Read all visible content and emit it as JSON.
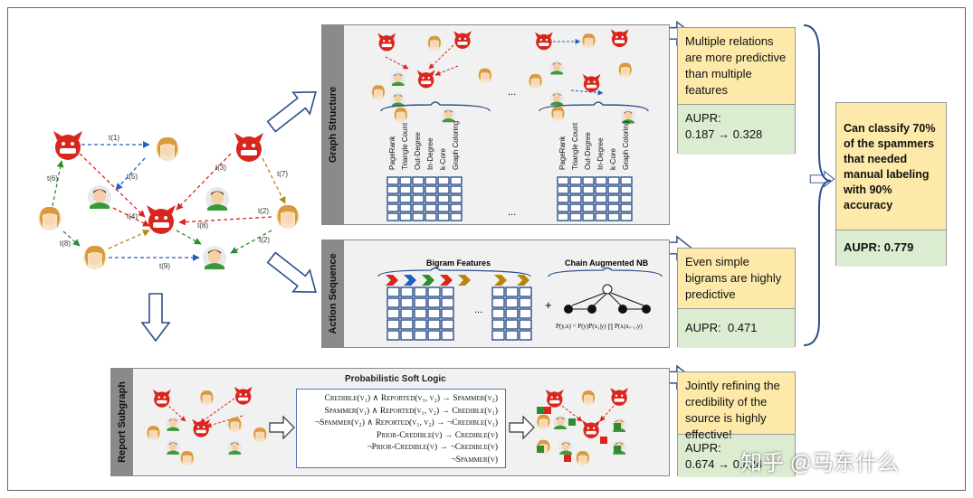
{
  "panels": {
    "graph_structure": {
      "title": "Graph Structure",
      "features": [
        "PageRank",
        "Triangle Count",
        "Out-Degree",
        "In-Degree",
        "k-Core",
        "Graph Coloring"
      ],
      "ellipsis": "..."
    },
    "action_sequence": {
      "title": "Action Sequence",
      "bigram_label": "Bigram Features",
      "chain_label": "Chain Augmented NB",
      "plus": "+",
      "ellipsis": "...",
      "formula": "P(y,x) = P(y)P(x₁|y) ∏ P(xᵢ|xᵢ₋₁,y)"
    },
    "report_subgraph": {
      "title": "Report Subgraph",
      "psl_title": "Probabilistic Soft Logic",
      "rules": [
        "Credible(v₁) ∧ Reported(v₁, v₂) → Spammer(v₂)",
        "Spammer(v₁) ∧ Reported(v₁, v₂) → Credible(v₁)",
        "¬Spammer(v₂) ∧ Reported(v₁, v₂) → ¬Credible(v₁)",
        "Prior-Credible(v) → Credible(v)",
        "¬Prior-Credible(v) → ¬Credible(v)",
        "¬Spammer(v)"
      ]
    }
  },
  "results": {
    "graph": {
      "text": "Multiple relations are more predictive than multiple features",
      "metric": "AUPR:",
      "value": "0.187 → 0.328"
    },
    "action": {
      "text": "Even simple bigrams are highly predictive",
      "metric": "AUPR:",
      "value": "0.471"
    },
    "report": {
      "text": "Jointly refining the credibility of the source is highly effective!",
      "metric": "AUPR:",
      "value": "0.674 → 0.824"
    },
    "final": {
      "text": "Can classify 70% of the spammers that needed manual labeling with 90% accuracy",
      "metric": "AUPR: 0.779"
    }
  },
  "edge_labels": [
    "t(1)",
    "t(5)",
    "t(6)",
    "t(3)",
    "t(7)",
    "t(4)",
    "t(8)",
    "t(2)",
    "t(9)",
    "t(2)"
  ],
  "watermark": "知乎 @马东什么",
  "colors": {
    "red": "#d9261c",
    "blue": "#1f5fbf",
    "green": "#2e8b2e",
    "gold": "#b8860b",
    "cell_blue": "#2b4f8a",
    "result_yellow": "#fde9a9",
    "result_green": "#dcecd0"
  }
}
